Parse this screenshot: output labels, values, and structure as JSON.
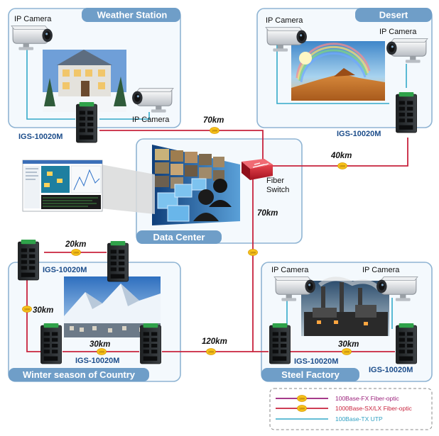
{
  "panels": {
    "weather_station": "Weather Station",
    "desert": "Desert",
    "data_center": "Data Center",
    "winter": "Winter season of Country",
    "steel_factory": "Steel Factory"
  },
  "labels": {
    "ip_camera": "IP Camera",
    "switch_model": "IGS-10020M",
    "fiber_switch_line1": "Fiber",
    "fiber_switch_line2": "Switch"
  },
  "distances": {
    "ws_to_fiber": "70km",
    "desert_to_fiber": "40km",
    "fiber_to_steel": "70km",
    "winter_top": "20km",
    "winter_left": "30km",
    "winter_bottom": "30km",
    "winter_to_steel": "120km",
    "steel_link": "30km"
  },
  "legend": {
    "fx": "100Base-FX Fiber-optic",
    "sx_lx": "1000Base-SX/LX Fiber-optic",
    "tx": "100Base-TX UTP"
  },
  "colors": {
    "fx": "#9a1f7a",
    "sx_lx": "#c8233d",
    "tx": "#2f9fc2",
    "tab": "#6f9ec8",
    "switch_label": "#1b4c8a"
  },
  "icons": {
    "camera": "ip-camera-icon",
    "switch": "industrial-switch-icon",
    "router": "fiber-switch-icon",
    "fiber_dot": "fiber-connector-icon"
  }
}
